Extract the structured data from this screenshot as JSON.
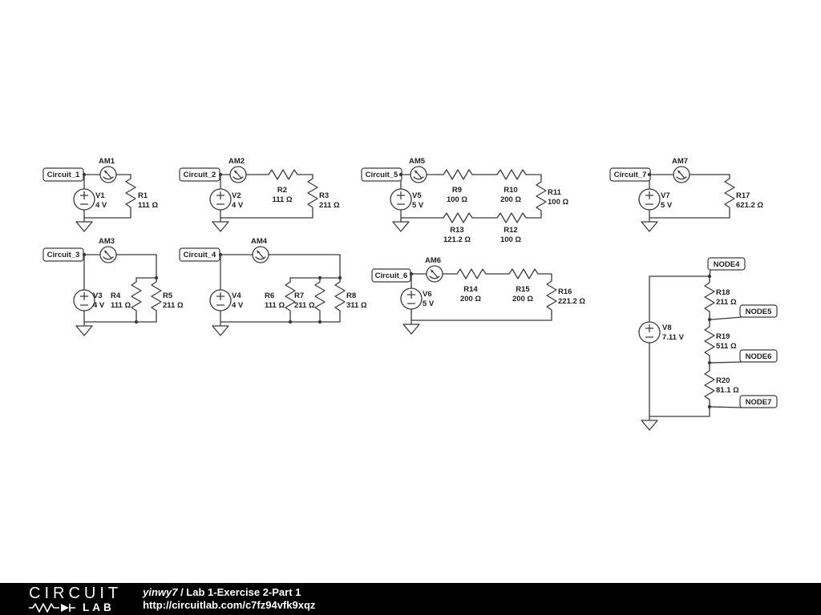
{
  "colors": {
    "line": "#3b3b3b",
    "footer_bg": "#000000",
    "label_text": "#1f1f1f"
  },
  "footer": {
    "logo_top": "CIRCUIT",
    "logo_bottom": "LAB",
    "user": "yinwy7",
    "title_rest": " / Lab 1-Exercise 2-Part 1",
    "url": "http://circuitlab.com/c7fz94vfk9xqz"
  },
  "c1": {
    "label": "Circuit_1",
    "am": "AM1",
    "vname": "V1",
    "vval": "4 V",
    "r1n": "R1",
    "r1v": "111 Ω"
  },
  "c2": {
    "label": "Circuit_2",
    "am": "AM2",
    "vname": "V2",
    "vval": "4 V",
    "r2n": "R2",
    "r2v": "111 Ω",
    "r3n": "R3",
    "r3v": "211 Ω"
  },
  "c3": {
    "label": "Circuit_3",
    "am": "AM3",
    "vname": "V3",
    "vval": "4 V",
    "r4n": "R4",
    "r4v": "111 Ω",
    "r5n": "R5",
    "r5v": "211 Ω"
  },
  "c4": {
    "label": "Circuit_4",
    "am": "AM4",
    "vname": "V4",
    "vval": "4 V",
    "r6n": "R6",
    "r6v": "111 Ω",
    "r7n": "R7",
    "r7v": "211 Ω",
    "r8n": "R8",
    "r8v": "311 Ω"
  },
  "c5": {
    "label": "Circuit_5",
    "am": "AM5",
    "vname": "V5",
    "vval": "5 V",
    "r9n": "R9",
    "r9v": "100 Ω",
    "r10n": "R10",
    "r10v": "200 Ω",
    "r11n": "R11",
    "r11v": "100 Ω",
    "r12n": "R12",
    "r12v": "100 Ω",
    "r13n": "R13",
    "r13v": "121.2 Ω"
  },
  "c6": {
    "label": "Circuit_6",
    "am": "AM6",
    "vname": "V6",
    "vval": "5 V",
    "r14n": "R14",
    "r14v": "200 Ω",
    "r15n": "R15",
    "r15v": "200 Ω",
    "r16n": "R16",
    "r16v": "221.2 Ω"
  },
  "c7": {
    "label": "Circuit_7",
    "am": "AM7",
    "vname": "V7",
    "vval": "5 V",
    "r17n": "R17",
    "r17v": "621.2 Ω"
  },
  "c8": {
    "vname": "V8",
    "vval": "7.11 V",
    "r18n": "R18",
    "r18v": "211 Ω",
    "r19n": "R19",
    "r19v": "511 Ω",
    "r20n": "R20",
    "r20v": "81.1 Ω",
    "node4": "NODE4",
    "node5": "NODE5",
    "node6": "NODE6",
    "node7": "NODE7"
  }
}
